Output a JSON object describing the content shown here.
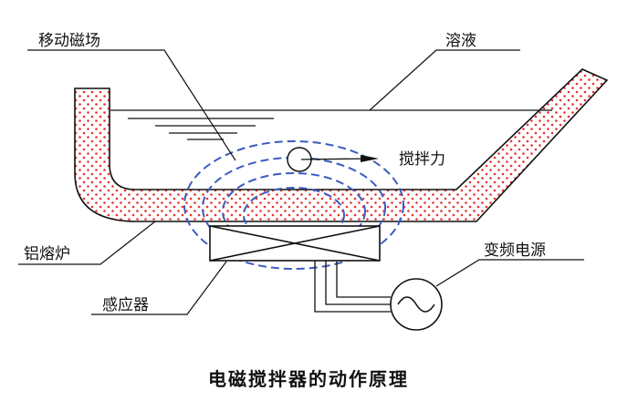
{
  "labels": {
    "moving_field": "移动磁场",
    "solution": "溶液",
    "stirring_force": "搅拌力",
    "furnace": "铝熔炉",
    "vfd_power": "变频电源",
    "inductor": "感应器"
  },
  "caption": "电磁搅拌器的动作原理",
  "colors": {
    "dots": "#e8322c",
    "field": "#3a5cc0",
    "line": "#111111"
  }
}
